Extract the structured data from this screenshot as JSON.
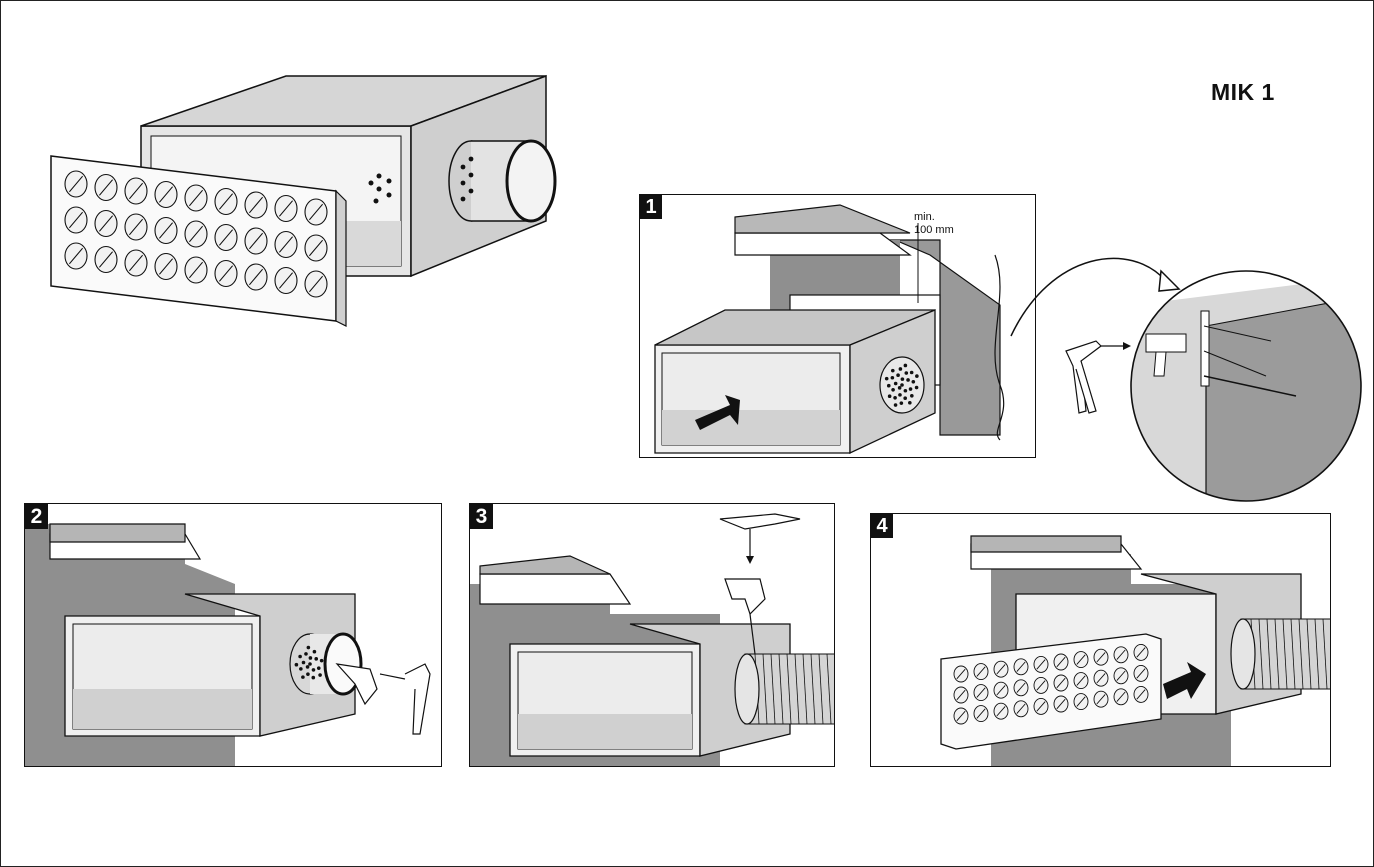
{
  "document": {
    "model_title": "MIK 1",
    "steps": [
      {
        "number": "1",
        "dimension_label": [
          "min.",
          "100 mm"
        ]
      },
      {
        "number": "2"
      },
      {
        "number": "3"
      },
      {
        "number": "4"
      }
    ]
  },
  "colors": {
    "line": "#111111",
    "wall": "#8f8f8f",
    "slab": "#b8b8b8",
    "box_face": "#cfcfcf",
    "box_top": "#bdbdbd",
    "badge_bg": "#111111",
    "badge_text": "#ffffff"
  }
}
